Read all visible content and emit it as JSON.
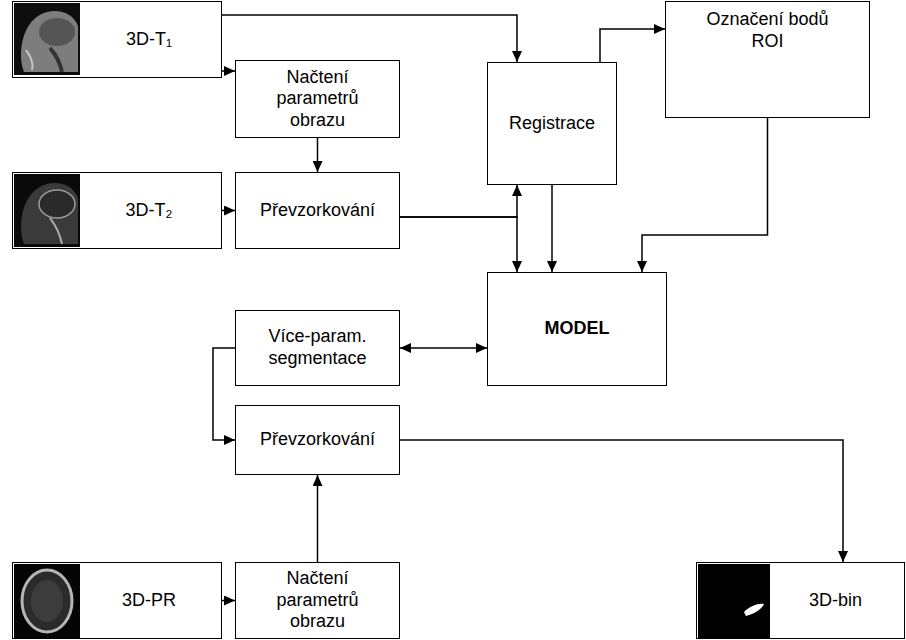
{
  "diagram": {
    "nodes": [
      {
        "text": [
          "3D-T₁"
        ]
      },
      {
        "text": [
          "Načtení parametrů obrazu"
        ]
      },
      {
        "text": [
          "Registrace"
        ]
      },
      {
        "text": [
          "Označení bodů ROI"
        ]
      },
      {
        "text": [
          "3D-T₂"
        ]
      },
      {
        "text": [
          "Převzorkování"
        ]
      },
      {
        "text": [
          "MODEL"
        ]
      },
      {
        "text": [
          "Více-param. segmentace"
        ]
      },
      {
        "text": [
          "Převzorkování"
        ]
      },
      {
        "text": [
          "3D-PR"
        ]
      },
      {
        "text": [
          "Načtení parametrů obrazu"
        ]
      },
      {
        "text": [
          "3D-bin"
        ]
      }
    ],
    "edges": [
      {
        "from": 0,
        "to": 1,
        "arrow": "to"
      },
      {
        "from": 0,
        "to": 2,
        "arrow": "to"
      },
      {
        "from": 1,
        "to": 5,
        "arrow": "to"
      },
      {
        "from": 4,
        "to": 5,
        "arrow": "to"
      },
      {
        "from": 5,
        "to": 2,
        "arrow": "to"
      },
      {
        "from": 5,
        "to": 6,
        "arrow": "to"
      },
      {
        "from": 2,
        "to": 3,
        "arrow": "to"
      },
      {
        "from": 2,
        "to": 6,
        "arrow": "to"
      },
      {
        "from": 3,
        "to": 6,
        "arrow": "to"
      },
      {
        "from": 7,
        "to": 6,
        "arrow": "both"
      },
      {
        "from": 7,
        "to": 8,
        "arrow": "to"
      },
      {
        "from": 10,
        "to": 8,
        "arrow": "to"
      },
      {
        "from": 9,
        "to": 10,
        "arrow": "to"
      },
      {
        "from": 8,
        "to": 11,
        "arrow": "to"
      }
    ]
  }
}
